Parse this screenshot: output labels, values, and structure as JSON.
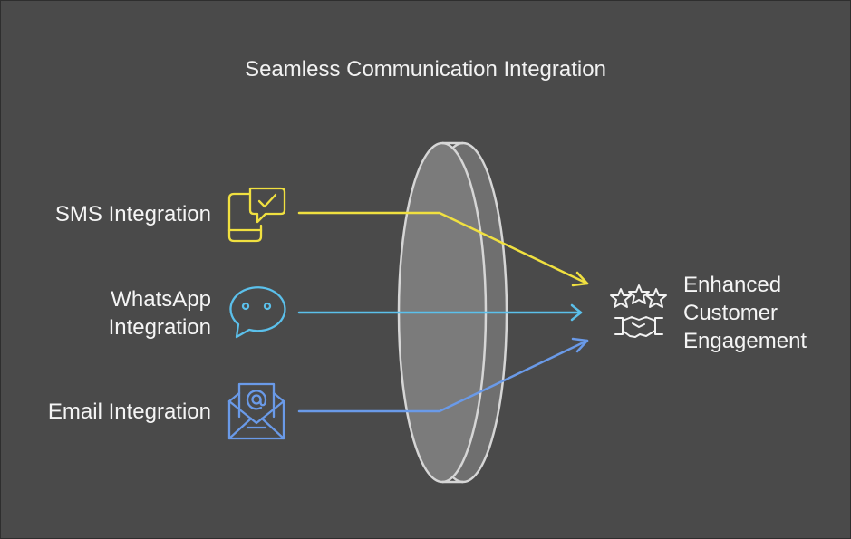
{
  "title": "Seamless Communication Integration",
  "inputs": [
    {
      "label": "SMS Integration",
      "icon": "sms-check-icon",
      "color": "#f0e040"
    },
    {
      "label_lines": [
        "WhatsApp",
        "Integration"
      ],
      "icon": "chat-bubble-icon",
      "color": "#5bc0eb"
    },
    {
      "label": "Email Integration",
      "icon": "email-at-icon",
      "color": "#6a9ae8"
    }
  ],
  "output": {
    "label_lines": [
      "Enhanced",
      "Customer",
      "Engagement"
    ],
    "icon": "stars-handshake-icon"
  },
  "colors": {
    "background": "#4a4a4a",
    "lens_fill": "#7a7a7a",
    "lens_stroke": "#d6d6d6"
  }
}
